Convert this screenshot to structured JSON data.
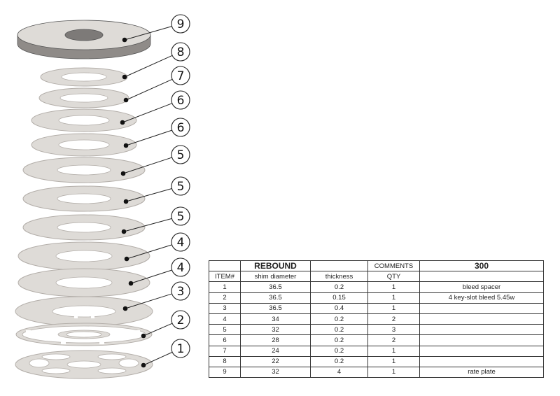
{
  "diagram": {
    "callouts": [
      "9",
      "8",
      "7",
      "6",
      "6",
      "5",
      "5",
      "5",
      "4",
      "4",
      "3",
      "2",
      "1"
    ]
  },
  "table": {
    "title": "REBOUND",
    "comments_label": "COMMENTS",
    "part_number": "300",
    "headers": [
      "ITEM#",
      "shim diameter",
      "thickness",
      "QTY",
      ""
    ],
    "rows": [
      [
        "1",
        "36.5",
        "0.2",
        "1",
        "bleed spacer"
      ],
      [
        "2",
        "36.5",
        "0.15",
        "1",
        "4 key-slot bleed 5.45w"
      ],
      [
        "3",
        "36.5",
        "0.4",
        "1",
        ""
      ],
      [
        "4",
        "34",
        "0.2",
        "2",
        ""
      ],
      [
        "5",
        "32",
        "0.2",
        "3",
        ""
      ],
      [
        "6",
        "28",
        "0.2",
        "2",
        ""
      ],
      [
        "7",
        "24",
        "0.2",
        "1",
        ""
      ],
      [
        "8",
        "22",
        "0.2",
        "1",
        ""
      ],
      [
        "9",
        "32",
        "4",
        "1",
        "rate plate"
      ]
    ]
  },
  "colors": {
    "shim_fill": "#dedbd7",
    "shim_edge": "#b3aea9",
    "plate_side": "#8f8b88",
    "outline": "#555555"
  }
}
